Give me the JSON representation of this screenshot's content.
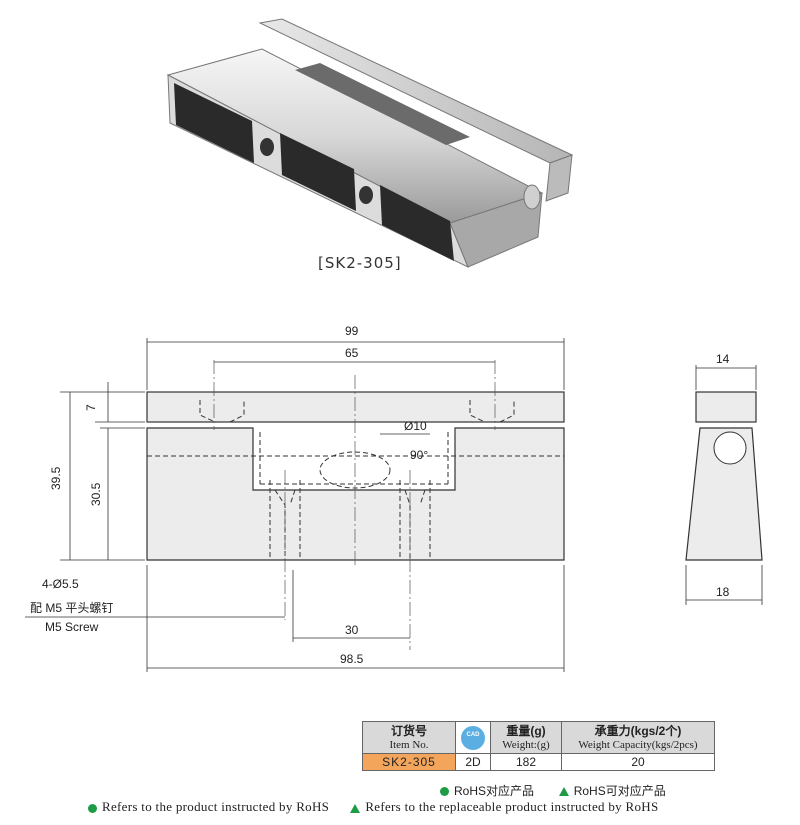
{
  "product": {
    "model_caption": "[SK2-305]"
  },
  "drawing": {
    "dims": {
      "width_total": "99",
      "hole_spacing": "65",
      "top_thickness": "7",
      "height_total": "39.5",
      "body_height": "30.5",
      "bore_dia": "Ø10",
      "angle": "90°",
      "screw_spec": "4-Ø5.5",
      "screw_note_cn": "配 M5 平头螺钉",
      "screw_note_en": "M5 Screw",
      "lower_spacing": "30",
      "base_width": "98.5",
      "side_top": "14",
      "side_bottom": "18"
    }
  },
  "spec_table": {
    "headers": [
      {
        "cn": "订货号",
        "en": "Item No."
      },
      {
        "cn": "CAD",
        "en": ""
      },
      {
        "cn": "重量(g)",
        "en": "Weight:(g)"
      },
      {
        "cn": "承重力(kgs/2个)",
        "en": "Weight Capacity(kgs/2pcs)"
      }
    ],
    "row": {
      "item_no": "SK2-305",
      "cad": "2D",
      "weight": "182",
      "capacity": "20"
    }
  },
  "legend": {
    "rohs_cn": "RoHS对应产品",
    "replace_cn": "RoHS可对应产品",
    "rohs_en": "Refers to the product instructed by RoHS",
    "replace_en": "Refers to the replaceable product instructed by RoHS"
  },
  "colors": {
    "accent_green": "#1e9b45",
    "item_highlight": "#f3a55c",
    "header_gray": "#d9d9d9",
    "cad_blue": "#5aaee2"
  }
}
